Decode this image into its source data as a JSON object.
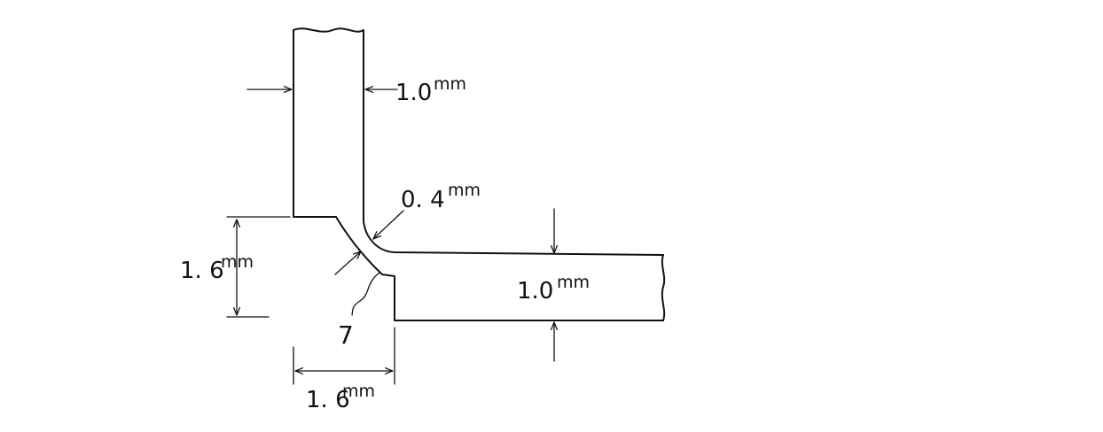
{
  "dimensions": {
    "vertical_wall_thickness": {
      "value": "1.0",
      "unit": "mm"
    },
    "corner_thickness": {
      "value": "0. 4",
      "unit": "mm"
    },
    "offset_height": {
      "value": "1. 6",
      "unit": "mm"
    },
    "horizontal_wall_thickness": {
      "value": "1.0",
      "unit": "mm"
    },
    "offset_width": {
      "value": "1. 6",
      "unit": "mm"
    }
  },
  "reference_numeral": "7"
}
